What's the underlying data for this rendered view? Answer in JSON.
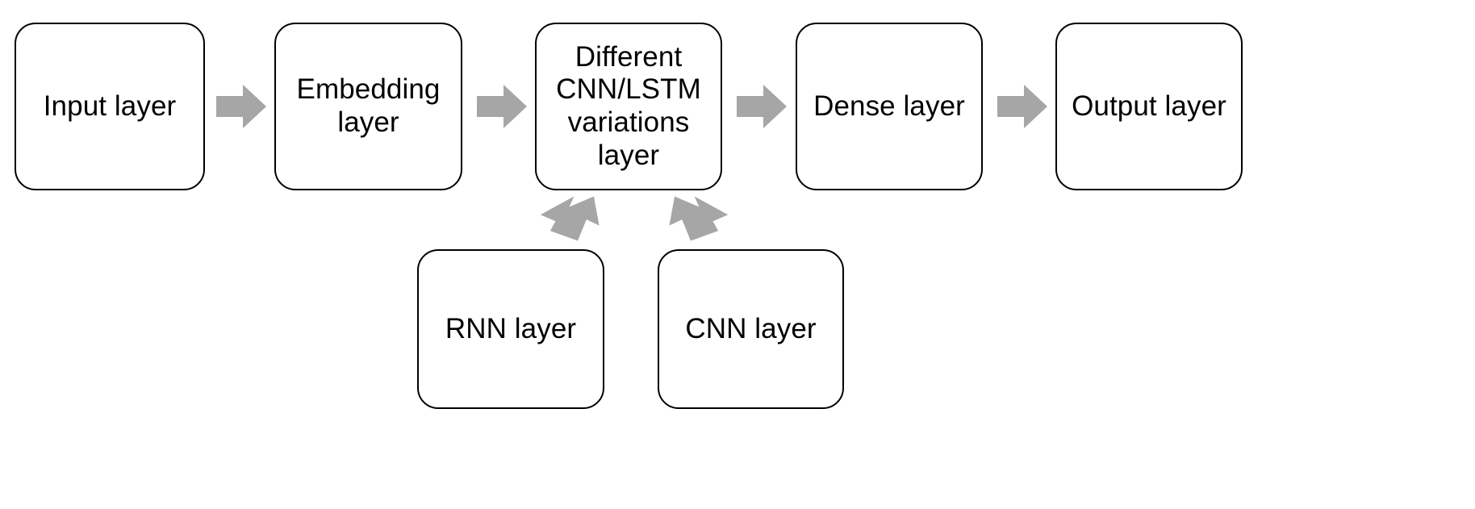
{
  "diagram": {
    "title": "Neural network model architecture flow",
    "colors": {
      "node_border": "#000000",
      "node_fill": "#ffffff",
      "arrow_fill": "#a6a6a6",
      "text": "#000000",
      "background": "#ffffff"
    },
    "nodes": [
      {
        "id": "input",
        "label": "Input layer",
        "row": "top"
      },
      {
        "id": "embedding",
        "label": "Embedding\nlayer",
        "row": "top"
      },
      {
        "id": "variations",
        "label": "Different\nCNN/LSTM\nvariations\nlayer",
        "row": "top"
      },
      {
        "id": "dense",
        "label": "Dense layer",
        "row": "top"
      },
      {
        "id": "output",
        "label": "Output layer",
        "row": "top"
      },
      {
        "id": "rnn",
        "label": "RNN layer",
        "row": "bottom"
      },
      {
        "id": "cnn",
        "label": "CNN layer",
        "row": "bottom"
      }
    ],
    "connectors": [
      {
        "id": "input-embedding",
        "from": "input",
        "to": "embedding",
        "icon": "arrow-right-icon",
        "direction": "right"
      },
      {
        "id": "embedding-varia",
        "from": "embedding",
        "to": "variations",
        "icon": "arrow-right-icon",
        "direction": "right"
      },
      {
        "id": "varia-dense",
        "from": "variations",
        "to": "dense",
        "icon": "arrow-right-icon",
        "direction": "right"
      },
      {
        "id": "dense-output",
        "from": "dense",
        "to": "output",
        "icon": "arrow-right-icon",
        "direction": "right"
      },
      {
        "id": "varia-rnn",
        "from": "variations",
        "to": "rnn",
        "icon": "arrow-down-left-icon",
        "direction": "down-left"
      },
      {
        "id": "varia-cnn",
        "from": "variations",
        "to": "cnn",
        "icon": "arrow-down-right-icon",
        "direction": "down-right"
      }
    ]
  }
}
